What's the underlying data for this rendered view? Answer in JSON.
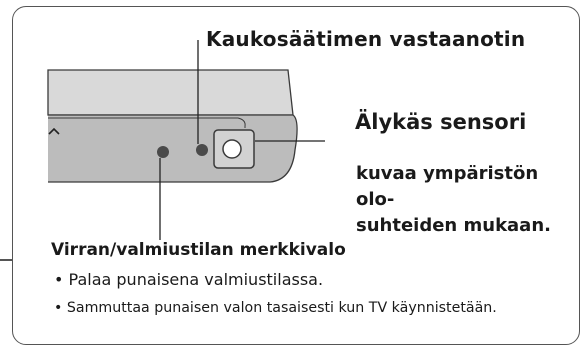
{
  "labels": {
    "remote_receiver": "Kaukosäätimen vastaanotin",
    "smart_sensor_title": "Älykäs sensori",
    "smart_sensor_desc": "kuvaa ympäristön olo-\nsuhteiden mukaan.",
    "power_indicator_title": "Virran/valmiustilan merkkivalo",
    "bullets": [
      "• Palaa punaisena valmiustilassa.",
      "• Sammuttaa punaisen valon tasaisesti kun TV käynnistetään."
    ]
  },
  "colors": {
    "panel_fill": "#d9d9d9",
    "bezel_fill": "#bcbcbc",
    "outline": "#3a3a3a",
    "led_fill": "#4a4a4a"
  },
  "icons": {
    "arrow": "chevron-up"
  }
}
